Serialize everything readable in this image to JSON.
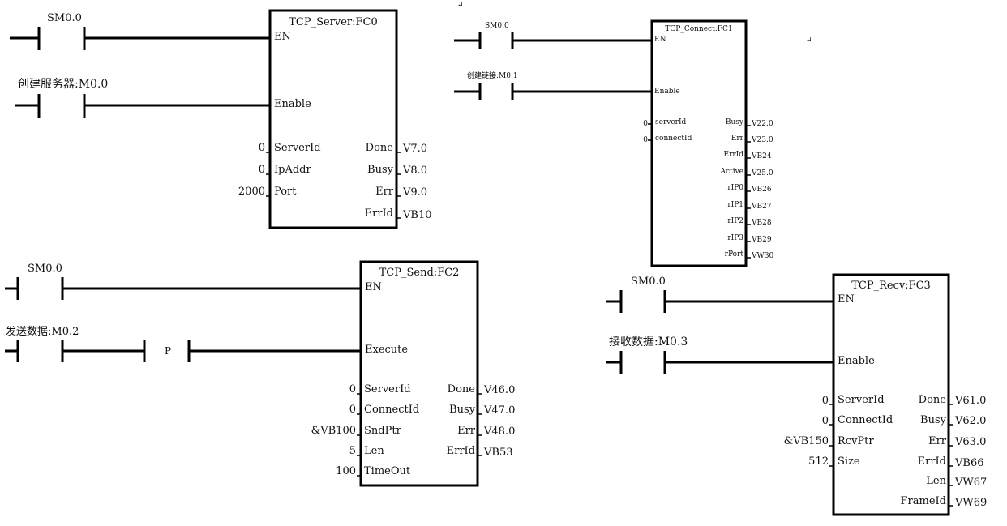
{
  "blocks": [
    {
      "title": "TCP_Server:FC0",
      "en_label": "EN",
      "rungs": [
        {
          "contact_label": "SM0.0",
          "input_label": "EN"
        },
        {
          "contact_label": "创建服务器:M0.0",
          "input_label": "Enable"
        }
      ],
      "inputs": [
        {
          "value": "0",
          "label": "ServerId"
        },
        {
          "value": "0",
          "label": "IpAddr"
        },
        {
          "value": "2000",
          "label": "Port"
        }
      ],
      "outputs": [
        {
          "label": "Done",
          "value": "V7.0"
        },
        {
          "label": "Busy",
          "value": "V8.0"
        },
        {
          "label": "Err",
          "value": "V9.0"
        },
        {
          "label": "ErrId",
          "value": "VB10"
        }
      ]
    },
    {
      "title": "TCP_Connect:FC1",
      "rungs": [
        {
          "contact_label": "SM0.0",
          "input_label": "EN"
        },
        {
          "contact_label": "创建链接:M0.1",
          "input_label": "Enable"
        }
      ],
      "inputs": [
        {
          "value": "0",
          "label": "serverId"
        },
        {
          "value": "0",
          "label": "connectId"
        }
      ],
      "outputs": [
        {
          "label": "Busy",
          "value": "V22.0"
        },
        {
          "label": "Err",
          "value": "V23.0"
        },
        {
          "label": "ErrId",
          "value": "VB24"
        },
        {
          "label": "Active",
          "value": "V25.0"
        },
        {
          "label": "rIP0",
          "value": "VB26"
        },
        {
          "label": "rIP1",
          "value": "VB27"
        },
        {
          "label": "rIP2",
          "value": "VB28"
        },
        {
          "label": "rIP3",
          "value": "VB29"
        },
        {
          "label": "rPort",
          "value": "VW30"
        }
      ]
    },
    {
      "title": "TCP_Send:FC2",
      "rungs": [
        {
          "contact_label": "SM0.0",
          "input_label": "EN"
        },
        {
          "contact_label": "发送数据:M0.2",
          "input_label": "Execute",
          "edge_label": "P"
        }
      ],
      "inputs": [
        {
          "value": "0",
          "label": "ServerId"
        },
        {
          "value": "0",
          "label": "ConnectId"
        },
        {
          "value": "&VB100",
          "label": "SndPtr"
        },
        {
          "value": "5",
          "label": "Len"
        },
        {
          "value": "100",
          "label": "TimeOut"
        }
      ],
      "outputs": [
        {
          "label": "Done",
          "value": "V46.0"
        },
        {
          "label": "Busy",
          "value": "V47.0"
        },
        {
          "label": "Err",
          "value": "V48.0"
        },
        {
          "label": "ErrId",
          "value": "VB53"
        }
      ]
    },
    {
      "title": "TCP_Recv:FC3",
      "rungs": [
        {
          "contact_label": "SM0.0",
          "input_label": "EN"
        },
        {
          "contact_label": "接收数据:M0.3",
          "input_label": "Enable"
        }
      ],
      "inputs": [
        {
          "value": "0",
          "label": "ServerId"
        },
        {
          "value": "0",
          "label": "ConnectId"
        },
        {
          "value": "&VB150",
          "label": "RcvPtr"
        },
        {
          "value": "512",
          "label": "Size"
        }
      ],
      "outputs": [
        {
          "label": "Done",
          "value": "V61.0"
        },
        {
          "label": "Busy",
          "value": "V62.0"
        },
        {
          "label": "Err",
          "value": "V63.0"
        },
        {
          "label": "ErrId",
          "value": "VB66"
        },
        {
          "label": "Len",
          "value": "VW67"
        },
        {
          "label": "FrameId",
          "value": "VW69"
        }
      ]
    }
  ],
  "return_marks": [
    "↵",
    "↵"
  ]
}
